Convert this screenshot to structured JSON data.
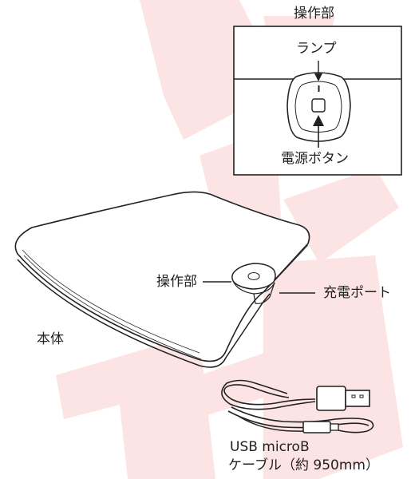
{
  "colors": {
    "watermark": "#fde4e4",
    "line": "#222222",
    "background": "#ffffff"
  },
  "watermark_icon": "red-logo-watermark",
  "callout": {
    "title": "操作部",
    "lamp_label": "ランプ",
    "power_button_label": "電源ボタン"
  },
  "device": {
    "body_label": "本体",
    "operation_label": "操作部",
    "charge_port_label": "充電ポート"
  },
  "cable": {
    "label_line1": "USB microB",
    "label_line2": "ケーブル（約 950mm）"
  }
}
